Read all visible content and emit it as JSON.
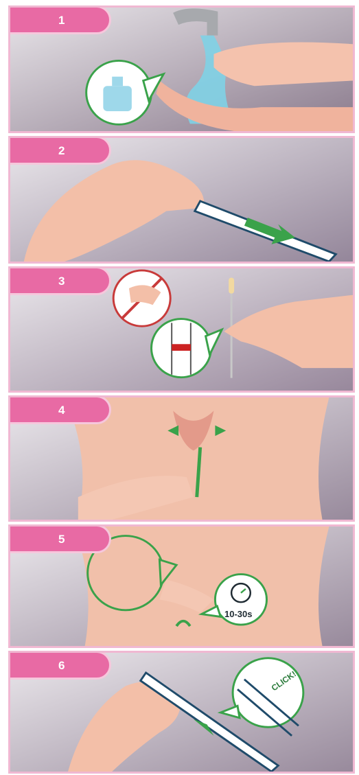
{
  "steps": [
    {
      "number": "1"
    },
    {
      "number": "2"
    },
    {
      "number": "3"
    },
    {
      "number": "4"
    },
    {
      "number": "5",
      "timer": "10-30s"
    },
    {
      "number": "6",
      "sound": "CLICK!"
    }
  ],
  "colors": {
    "tab": "#e86aa4",
    "arrow": "#3aa24a",
    "skin": "#f3bfa8",
    "background": "#cfc6cf"
  }
}
